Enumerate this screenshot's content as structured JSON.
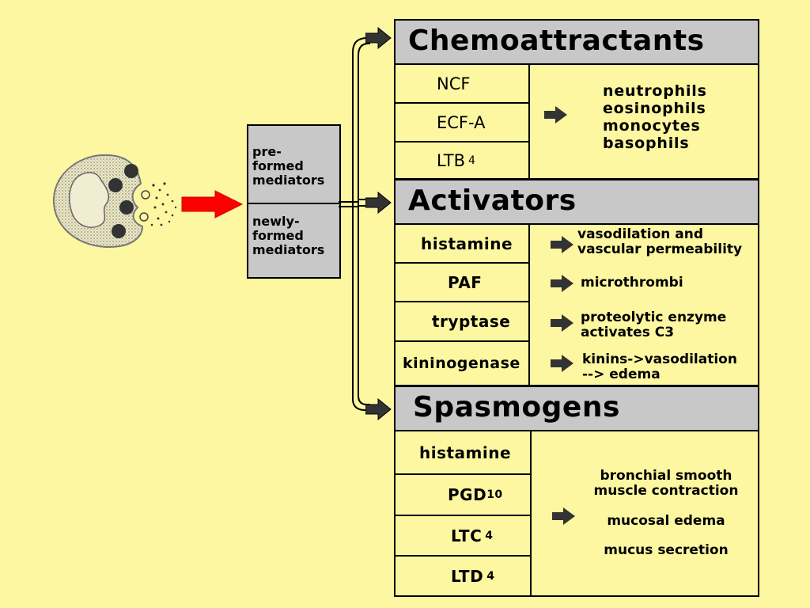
{
  "mediators_box": {
    "preformed": [
      "pre-",
      "formed",
      "mediators"
    ],
    "newlyformed": [
      "newly-",
      "formed",
      "mediators"
    ]
  },
  "sections": {
    "chemo": {
      "title": "Chemoattractants",
      "items": [
        "NCF",
        "ECF-A",
        "LTB",
        "4"
      ],
      "effects": [
        "neutrophils",
        "eosinophils",
        "monocytes",
        "basophils"
      ]
    },
    "activators": {
      "title": "Activators",
      "items": [
        "histamine",
        "PAF",
        "tryptase",
        "kininogenase"
      ],
      "effects": [
        "vasodilation and",
        "vascular permeability",
        "microthrombi",
        "proteolytic enzyme",
        "activates C3",
        "kinins->vasodilation",
        "--> edema"
      ]
    },
    "spasmogens": {
      "title": "Spasmogens",
      "items": [
        "histamine",
        "PGD",
        "10",
        "LTC",
        "4",
        "LTD",
        "4"
      ],
      "effects": [
        "bronchial smooth",
        "muscle contraction",
        "mucosal edema",
        "mucus secretion"
      ]
    }
  },
  "colors": {
    "background": "#fdf7a1",
    "header": "#c8c8c8",
    "red_arrow": "#ff0000",
    "arrow_dark": "#333333"
  },
  "icons": {
    "cell": "mast-cell-icon",
    "release": "red-arrow-icon",
    "pointer": "small-arrow-icon"
  }
}
